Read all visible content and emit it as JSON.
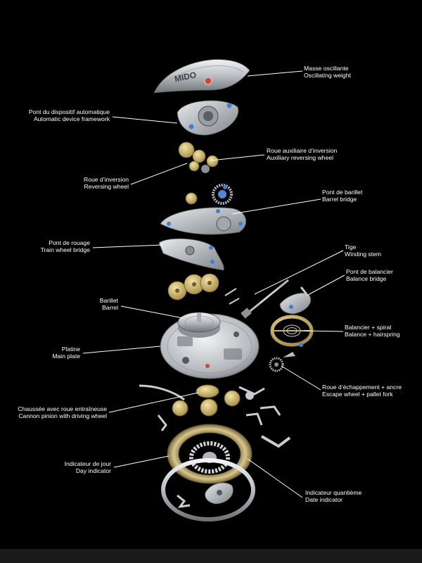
{
  "callouts": {
    "oscillating_weight": {
      "fr": "Masse oscillante",
      "en": "Oscillating weight"
    },
    "automatic_framework": {
      "fr": "Pont du dispositif automatique",
      "en": "Automatic device framework"
    },
    "auxiliary_reversing": {
      "fr": "Roue auxiliaire d’inversion",
      "en": "Auxiliary reversing wheel"
    },
    "reversing_wheel": {
      "fr": "Roue d’inversion",
      "en": "Reversing wheel"
    },
    "barrel_bridge": {
      "fr": "Pont de barillet",
      "en": "Barrel bridge"
    },
    "train_wheel_bridge": {
      "fr": "Pont de rouage",
      "en": "Train wheel bridge"
    },
    "winding_stem": {
      "fr": "Tige",
      "en": "Winding stem"
    },
    "balance_bridge": {
      "fr": "Pont de balancier",
      "en": "Balance bridge"
    },
    "barrel": {
      "fr": "Barillet",
      "en": "Barrel"
    },
    "balance_hairspring": {
      "fr": "Balancier + spiral",
      "en": "Balance + hairspring"
    },
    "main_plate": {
      "fr": "Platine",
      "en": "Main plate"
    },
    "escape_wheel": {
      "fr": "Roue d’échappement + ancre",
      "en": "Escape wheel + pallet fork"
    },
    "cannon_pinion": {
      "fr": "Chaussée avec roue entraîneuse",
      "en": "Cannon pinion with driving wheel"
    },
    "day_indicator": {
      "fr": "Indicateur de jour",
      "en": "Day indicator"
    },
    "date_indicator": {
      "fr": "Indicateur quantième",
      "en": "Date indicator"
    }
  },
  "rotor_logo": "MIDO",
  "colors": {
    "background": "#000000",
    "text": "#ffffff",
    "steel": "#c8cbcf",
    "brass": "#c9b26a",
    "screw": "#3d7fd9"
  }
}
